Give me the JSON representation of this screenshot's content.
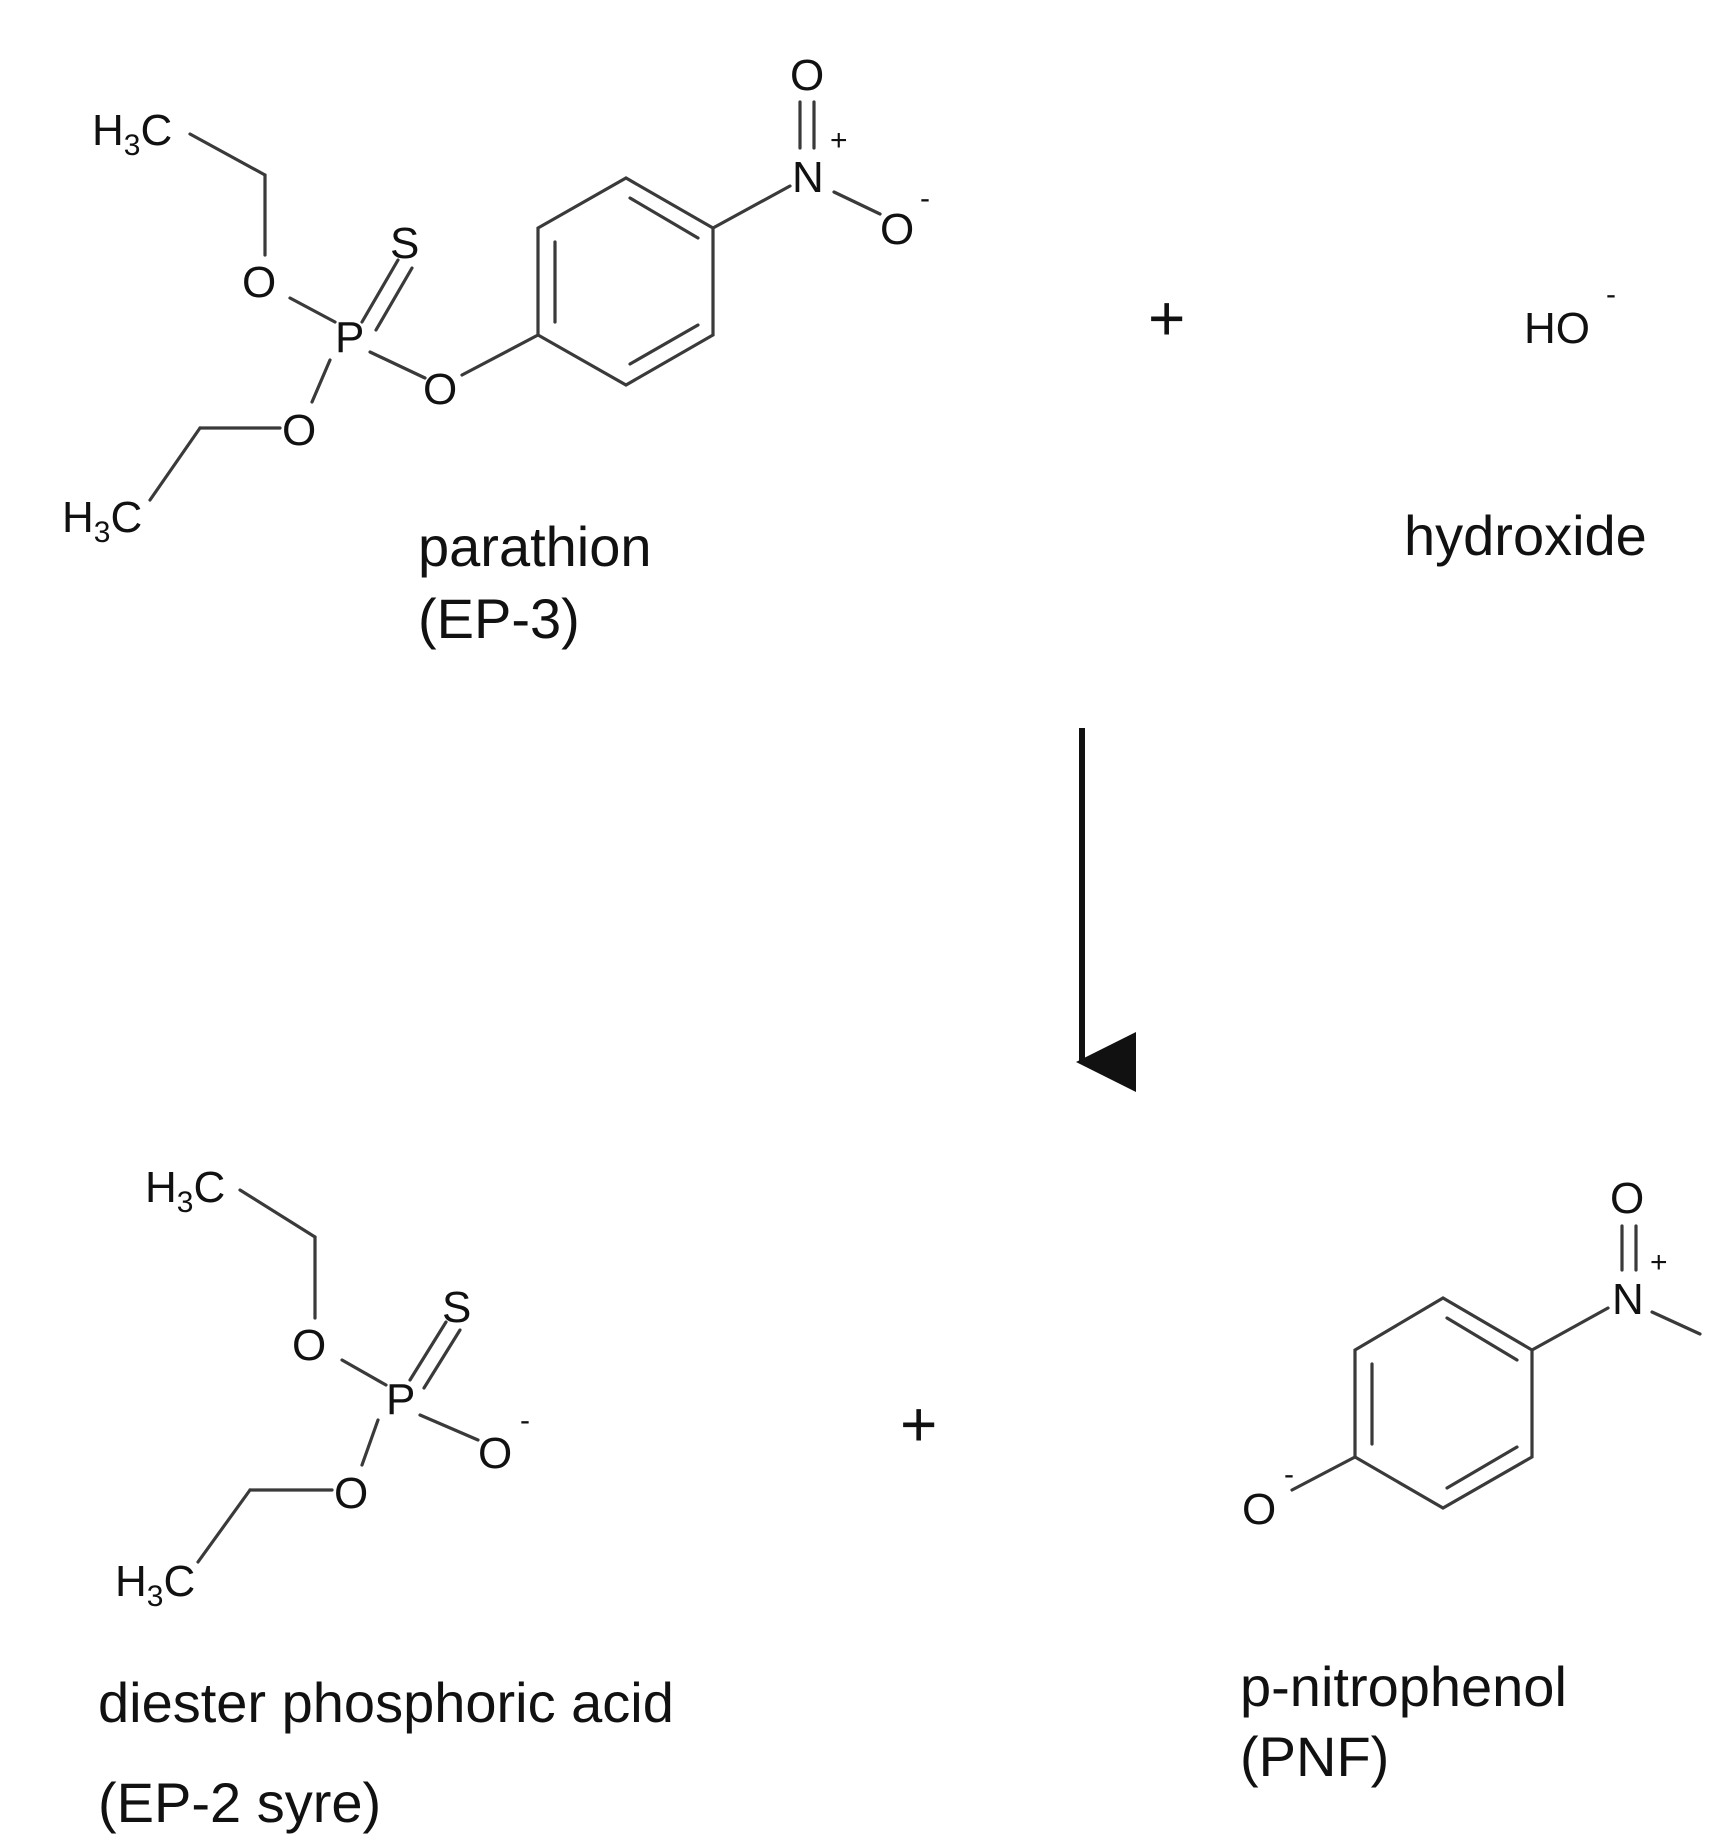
{
  "atoms": {
    "oxygen": "O",
    "sulfur": "S",
    "phosphorus": "P",
    "nitrogen": "N",
    "carbon": "C",
    "hydrogen": "H",
    "methyl_sub": "3",
    "hydroxide": "HO",
    "plus_charge": "+",
    "minus_charge": "-"
  },
  "reactants": {
    "parathion": {
      "name": "parathion",
      "code": "(EP-3)"
    },
    "hydroxide": {
      "name": "hydroxide"
    },
    "plus": "+"
  },
  "products": {
    "diester": {
      "name": "diester phosphoric acid",
      "code": "(EP-2 syre)"
    },
    "nitrophenol": {
      "name": "p-nitrophenol",
      "code": "(PNF)"
    },
    "plus": "+"
  }
}
